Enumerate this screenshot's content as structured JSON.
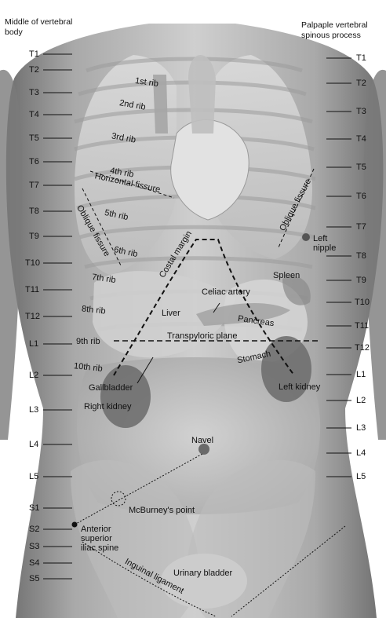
{
  "headers": {
    "left": "Middle of vertebral body",
    "right": "Palpaple vertebral spinous process"
  },
  "left_levels": [
    "T1",
    "T2",
    "T3",
    "T4",
    "T5",
    "T6",
    "T7",
    "T8",
    "T9",
    "T10",
    "T11",
    "T12",
    "L1",
    "L2",
    "L3",
    "L4",
    "L5",
    "S1",
    "S2",
    "S3",
    "S4",
    "S5"
  ],
  "right_levels": [
    "T1",
    "T2",
    "T3",
    "T4",
    "T5",
    "T6",
    "T7",
    "T8",
    "T9",
    "T10",
    "T11",
    "T12",
    "L1",
    "L2",
    "L3",
    "L4",
    "L5"
  ],
  "ribs": [
    "1st rib",
    "2nd rib",
    "3rd rib",
    "4th rib",
    "5th rib",
    "6th rib",
    "7th rib",
    "8th rib",
    "9th rib",
    "10th rib"
  ],
  "labels": {
    "horizontal_fissure": "Horizontal fissure",
    "oblique_fissure_left": "Oblique fissure",
    "oblique_fissure_right": "Oblique fissure",
    "costal_margin": "Costal margin",
    "left_nipple": "Left nipple",
    "spleen": "Spleen",
    "celiac_artery": "Celiac artery",
    "liver": "Liver",
    "pancreas": "Pancreas",
    "transpyloric_plane": "Transpyloric plane",
    "stomach": "Stomach",
    "gallbladder": "Gallbladder",
    "left_kidney": "Left kidney",
    "right_kidney": "Right kidney",
    "navel": "Navel",
    "mcburneys_point": "McBurney's point",
    "asis": "Anterior superior iliac spine",
    "inguinal_ligament": "Inguinal ligament",
    "urinary_bladder": "Urinary bladder"
  },
  "colors": {
    "skin_light": "#c9c9c9",
    "skin_dark": "#8f8f8f",
    "organ": "#d8d8d8",
    "kidney": "#6f6f6f",
    "navel": "#6a6a6a",
    "line": "#111111"
  }
}
